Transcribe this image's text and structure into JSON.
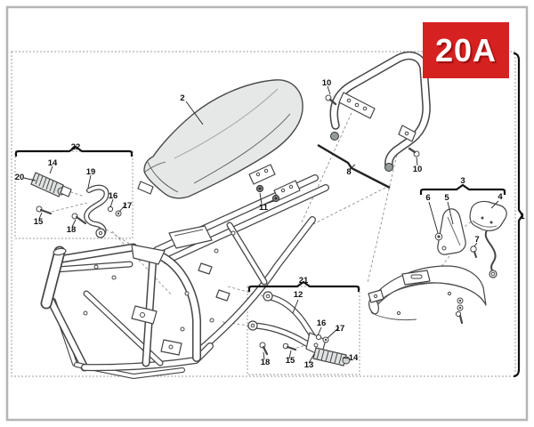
{
  "badge": {
    "text": "20A",
    "background": "#d62121",
    "color": "#ffffff"
  },
  "labels": {
    "l1": "1",
    "l2": "2",
    "l3": "3",
    "l4": "4",
    "l5": "5",
    "l6": "6",
    "l7": "7",
    "l8": "8",
    "l10a": "10",
    "l10b": "10",
    "l11": "11",
    "l12": "12",
    "l13": "13",
    "l14a": "14",
    "l14b": "14",
    "l15a": "15",
    "l15b": "15",
    "l16a": "16",
    "l16b": "16",
    "l17a": "17",
    "l17b": "17",
    "l18a": "18",
    "l18b": "18",
    "l19": "19",
    "l20": "20",
    "l21": "21",
    "l22": "22"
  },
  "colors": {
    "accent_red": "#d62121",
    "line": "#454545",
    "seat_fill": "#e6e8e8",
    "badge_text": "#ffffff"
  }
}
